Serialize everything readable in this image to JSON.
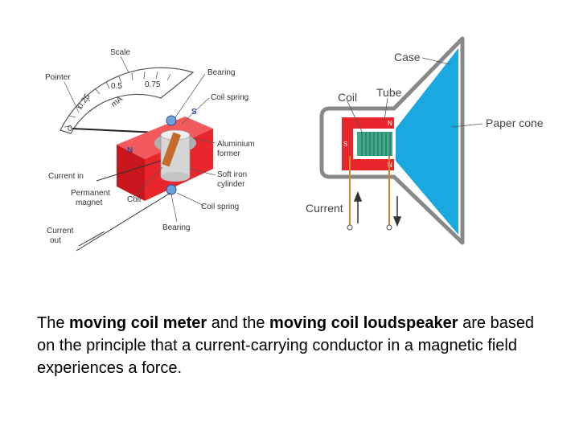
{
  "meter": {
    "scale": "Scale",
    "pointer": "Pointer",
    "bearing_top": "Bearing",
    "coil_spring_top": "Coil spring",
    "aluminium_former_1": "Aluminium",
    "aluminium_former_2": "former",
    "soft_iron_1": "Soft iron",
    "soft_iron_2": "cylinder",
    "coil_spring_bottom": "Coil spring",
    "bearing_bottom": "Bearing",
    "current_in": "Current in",
    "permanent_magnet_1": "Permanent",
    "permanent_magnet_2": "magnet",
    "coil": "Coil",
    "current_out_1": "Current",
    "current_out_2": "out",
    "tick_0": "0",
    "tick_025": "0.25",
    "tick_05": "0.5",
    "tick_075": "0.75",
    "unit": "mA",
    "pole_n": "N",
    "pole_s": "S"
  },
  "speaker": {
    "case": "Case",
    "coil": "Coil",
    "tube": "Tube",
    "paper_cone": "Paper cone",
    "current": "Current",
    "pole_n_top": "N",
    "pole_s": "S",
    "pole_n_bottom": "N"
  },
  "caption": {
    "part1": "The ",
    "bold1": "moving coil meter",
    "part2": " and the ",
    "bold2": "moving coil loudspeaker",
    "part3": " are based on the principle that a current-carrying conductor in a magnetic field experiences a force."
  },
  "colors": {
    "magnet_red": "#e8262c",
    "coil_green": "#3fa88a",
    "wire_orange": "#c98a2a",
    "cone_blue": "#1aa8e0"
  }
}
